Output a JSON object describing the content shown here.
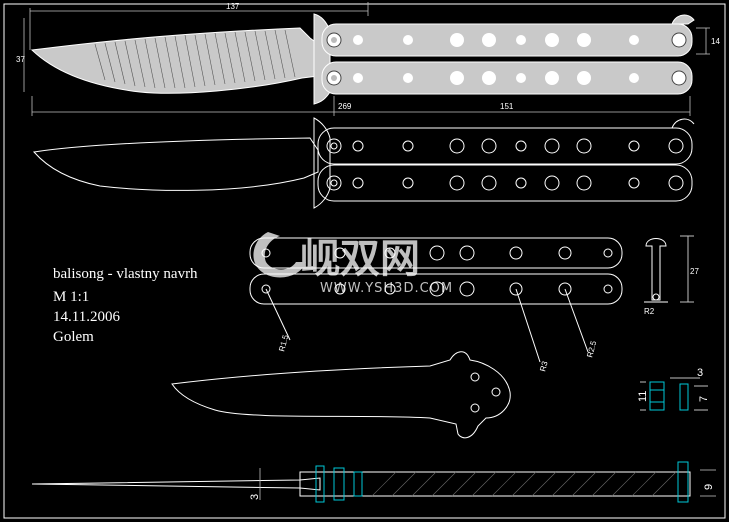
{
  "notes": {
    "line1": "balisong - vlastny navrh",
    "line2": "M 1:1",
    "line3": "14.11.2006",
    "line4": "Golem"
  },
  "dimensions": {
    "blade_length": "137",
    "blade_height": "37",
    "handle_width": "14",
    "overall_length": "269",
    "handle_length": "151",
    "pin_height": "27",
    "pin_radius": "R2",
    "hole_r15": "R1.5",
    "hole_r3": "R3",
    "hole_r25": "R2.5",
    "spacer_3": "3",
    "spacer_11": "11",
    "spacer_7": "7",
    "blade_thickness": "3",
    "handle_thickness": "9"
  },
  "watermark": {
    "logo_text": "岘双网",
    "url": "WWW.YSH3D.COM"
  },
  "colors": {
    "background": "#000000",
    "lines": "#ffffff",
    "cyan": "#00c8d8",
    "dim": "#bfbfbf"
  }
}
